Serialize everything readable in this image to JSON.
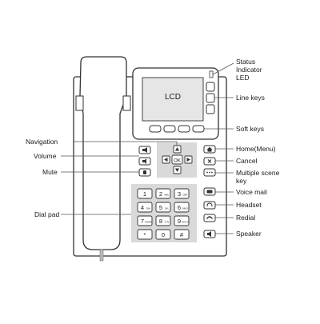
{
  "screen": {
    "lcd_label": "LCD",
    "ok_label": "OK"
  },
  "callouts_right": {
    "status_line1": "Status",
    "status_line2": "Indicator",
    "status_line3": "LED",
    "line_keys": "Line keys",
    "soft_keys": "Soft keys",
    "home_menu": "Home(Menu)",
    "cancel": "Cancel",
    "multiple_scene_line1": "Multiple scene",
    "multiple_scene_line2": "key",
    "voice_mail": "Voice mail",
    "headset": "Headset",
    "redial": "Redial",
    "speaker": "Speaker"
  },
  "callouts_left": {
    "navigation": "Navigation",
    "volume": "Volume",
    "mute": "Mute",
    "dial_pad": "Dial pad"
  },
  "dialpad": {
    "keys": [
      {
        "digit": "1",
        "letters": ""
      },
      {
        "digit": "2",
        "letters": "ABC"
      },
      {
        "digit": "3",
        "letters": "DEF"
      },
      {
        "digit": "4",
        "letters": "GHI"
      },
      {
        "digit": "5",
        "letters": "JKL"
      },
      {
        "digit": "6",
        "letters": "MNO"
      },
      {
        "digit": "7",
        "letters": "PQRS"
      },
      {
        "digit": "8",
        "letters": "TUV"
      },
      {
        "digit": "9",
        "letters": "WXYZ"
      },
      {
        "digit": "*",
        "letters": ""
      },
      {
        "digit": "0",
        "letters": ""
      },
      {
        "digit": "#",
        "letters": ""
      }
    ]
  },
  "icons": {
    "nav_up": "arrow-up-icon",
    "nav_down": "arrow-down-icon",
    "nav_left": "arrow-left-icon",
    "nav_right": "arrow-right-icon",
    "home": "home-icon",
    "cancel": "cancel-x-icon",
    "scene": "dots-icon",
    "voicemail": "voicemail-icon",
    "headset": "headset-icon",
    "redial": "redial-icon",
    "speaker": "speaker-icon",
    "volume_up": "volume-up-icon",
    "volume_down": "volume-down-icon",
    "mute": "mute-icon"
  },
  "colors": {
    "outline": "#333333",
    "key_fill": "#ffffff",
    "panel_fill": "#d9d9d9",
    "lcd_fill": "#e6e6e6",
    "leader": "#555555",
    "text": "#1a1a1a"
  }
}
